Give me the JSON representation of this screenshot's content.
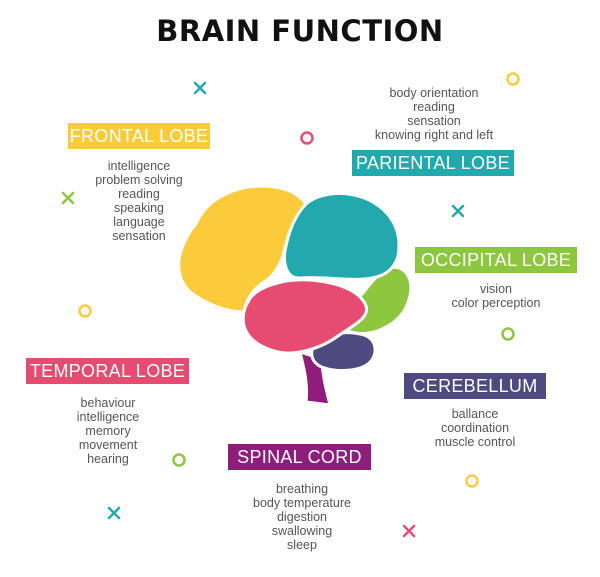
{
  "title": "BRAIN FUNCTION",
  "colors": {
    "frontal": "#fccb3c",
    "parietal": "#22a9ad",
    "occipital": "#8dc63f",
    "temporal": "#e64c71",
    "cerebellum": "#4e4a80",
    "spinal": "#8e1d7c",
    "title": "#111111",
    "function_text": "#555555"
  },
  "regions": {
    "frontal": {
      "label": "FRONTAL LOBE",
      "functions": [
        "intelligence",
        "problem solving",
        "reading",
        "speaking",
        "language",
        "sensation"
      ]
    },
    "parietal": {
      "label": "PARIENTAL LOBE",
      "functions": [
        "body orientation",
        "reading",
        "sensation",
        "knowing right and left"
      ]
    },
    "occipital": {
      "label": "OCCIPITAL LOBE",
      "functions": [
        "vision",
        "color perception"
      ]
    },
    "temporal": {
      "label": "TEMPORAL LOBE",
      "functions": [
        "behaviour",
        "intelligence",
        "memory",
        "movement",
        "hearing"
      ]
    },
    "cerebellum": {
      "label": "CEREBELLUM",
      "functions": [
        "ballance",
        "coordination",
        "muscle control"
      ]
    },
    "spinal": {
      "label": "SPINAL CORD",
      "functions": [
        "breathing",
        "body temperature",
        "digestion",
        "swallowing",
        "sleep"
      ]
    }
  },
  "decorations": [
    {
      "shape": "cross",
      "color": "#22a9ad"
    },
    {
      "shape": "cross",
      "color": "#8dc63f"
    },
    {
      "shape": "cross",
      "color": "#22a9ad"
    },
    {
      "shape": "cross",
      "color": "#22a9ad"
    },
    {
      "shape": "cross",
      "color": "#e64c71"
    },
    {
      "shape": "circle",
      "color": "#fccb3c"
    },
    {
      "shape": "circle",
      "color": "#e64c71"
    },
    {
      "shape": "circle",
      "color": "#fccb3c"
    },
    {
      "shape": "circle",
      "color": "#8dc63f"
    },
    {
      "shape": "circle",
      "color": "#8dc63f"
    },
    {
      "shape": "circle",
      "color": "#fccb3c"
    }
  ]
}
